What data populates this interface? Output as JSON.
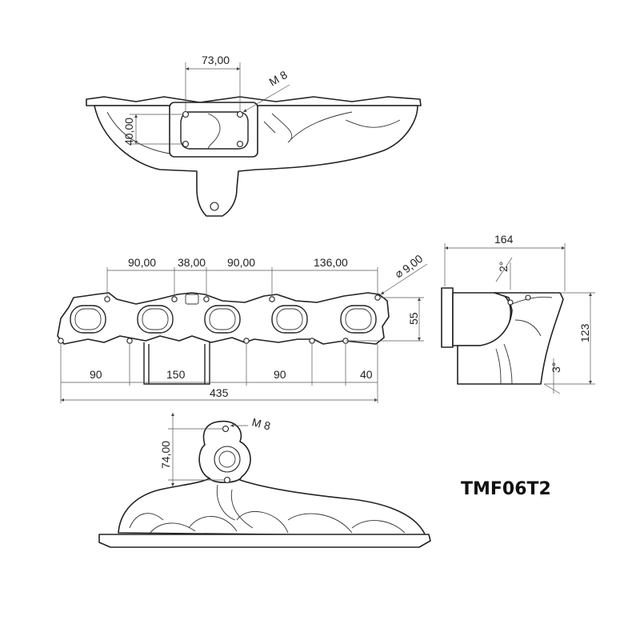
{
  "title": "TMF06T2",
  "top_view": {
    "dim_width": "73,00",
    "dim_height": "40,00",
    "thread": "M 8"
  },
  "front_view": {
    "dim_top": [
      "90,00",
      "38,00",
      "90,00",
      "136,00"
    ],
    "dim_hole": "9,00",
    "dim_height": "55",
    "dim_bottom": [
      "90",
      "150",
      "90",
      "40"
    ],
    "dim_total": "435"
  },
  "side_view": {
    "dim_width": "164",
    "angle_top": "2°",
    "dim_height": "123",
    "angle_bottom": "3°"
  },
  "bottom_view": {
    "dim_height": "74,00",
    "thread": "M 8"
  }
}
